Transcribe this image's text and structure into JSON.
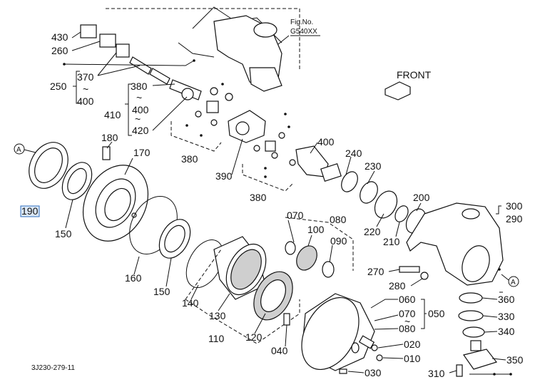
{
  "figure": {
    "fig_no_label": "Fig.No.",
    "fig_no_value": "G540XX",
    "front_label": "FRONT",
    "diagram_code": "3J230-279-11",
    "reference_marker": "A",
    "selected_part": "190"
  },
  "parts": {
    "p430": "430",
    "p260": "260",
    "p250": "250",
    "p370": "370",
    "p400a": "400",
    "p380a": "380",
    "p400b": "400",
    "p420": "420",
    "p410": "410",
    "p380b": "380",
    "p390": "390",
    "p380c": "380",
    "p400c": "400",
    "p180": "180",
    "p170": "170",
    "p190": "190",
    "p150a": "150",
    "p160": "160",
    "p150b": "150",
    "p140": "140",
    "p130": "130",
    "p110": "110",
    "p120": "120",
    "p040": "040",
    "p070a": "070",
    "p080a": "080",
    "p100": "100",
    "p090": "090",
    "p240": "240",
    "p230": "230",
    "p220": "220",
    "p210": "210",
    "p200": "200",
    "p300": "300",
    "p290": "290",
    "p270": "270",
    "p280": "280",
    "p060": "060",
    "p070b": "070",
    "p080b": "080",
    "p050": "050",
    "p020": "020",
    "p010": "010",
    "p030": "030",
    "p360": "360",
    "p330": "330",
    "p340": "340",
    "p350": "350",
    "p310": "310",
    "tilde1": "~",
    "tilde2": "~",
    "tilde3": "~",
    "tilde4": "~"
  }
}
